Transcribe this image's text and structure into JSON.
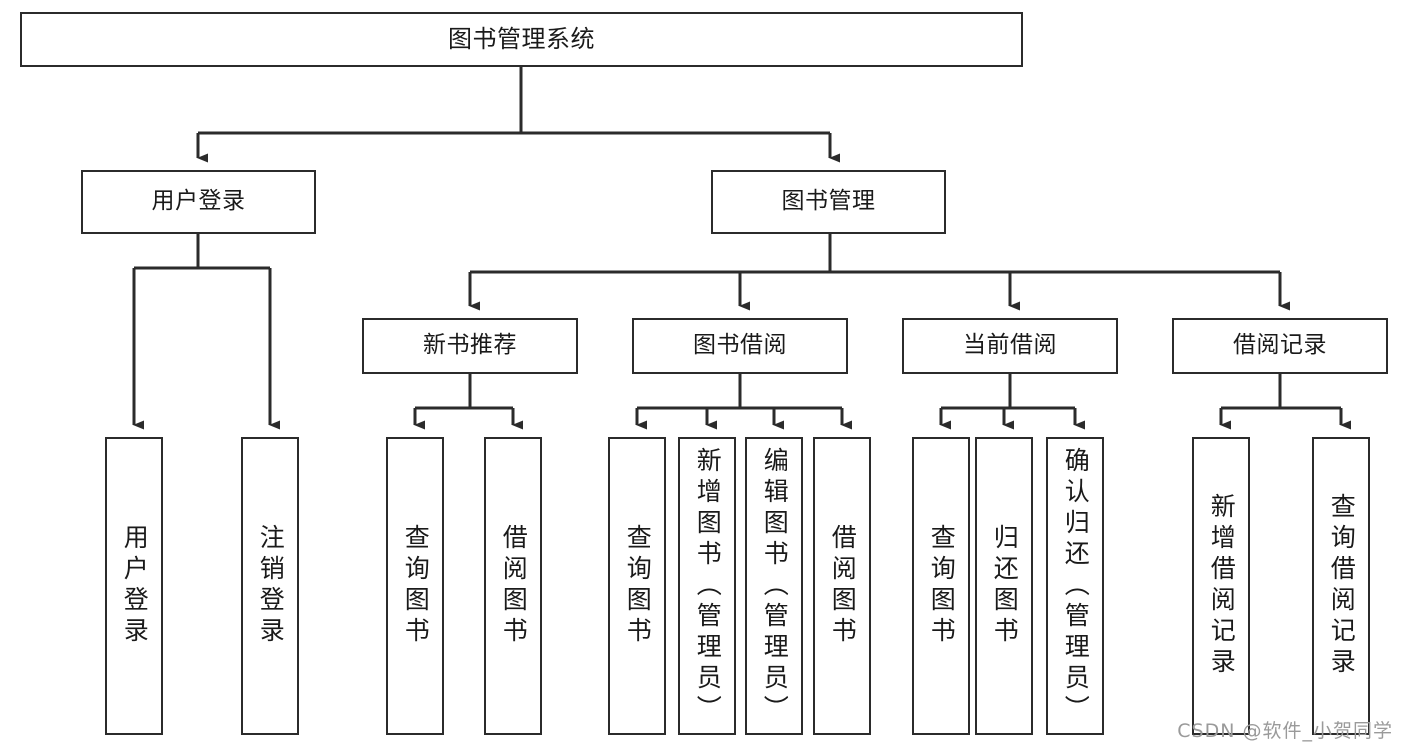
{
  "diagram": {
    "title": "图书管理系统",
    "type": "tree",
    "orientation": "top-down",
    "root": {
      "id": "root",
      "label": "图书管理系统"
    },
    "level2": [
      {
        "id": "user-login",
        "label": "用户登录"
      },
      {
        "id": "book-manage",
        "label": "图书管理"
      }
    ],
    "level3": [
      {
        "id": "new-book-rec",
        "label": "新书推荐",
        "parent": "book-manage"
      },
      {
        "id": "book-borrow",
        "label": "图书借阅",
        "parent": "book-manage"
      },
      {
        "id": "current-borrow",
        "label": "当前借阅",
        "parent": "book-manage"
      },
      {
        "id": "borrow-record",
        "label": "借阅记录",
        "parent": "book-manage"
      }
    ],
    "leaves": [
      {
        "id": "leaf-user-login",
        "label": "用户登录",
        "parent": "user-login"
      },
      {
        "id": "leaf-user-logout",
        "label": "注销登录",
        "parent": "user-login"
      },
      {
        "id": "leaf-rec-query",
        "label": "查询图书",
        "parent": "new-book-rec"
      },
      {
        "id": "leaf-rec-borrow",
        "label": "借阅图书",
        "parent": "new-book-rec"
      },
      {
        "id": "leaf-borrow-query",
        "label": "查询图书",
        "parent": "book-borrow"
      },
      {
        "id": "leaf-borrow-add",
        "label": "新增图书（管理员）",
        "parent": "book-borrow"
      },
      {
        "id": "leaf-borrow-edit",
        "label": "编辑图书（管理员）",
        "parent": "book-borrow"
      },
      {
        "id": "leaf-borrow-lend",
        "label": "借阅图书",
        "parent": "book-borrow"
      },
      {
        "id": "leaf-cur-query",
        "label": "查询图书",
        "parent": "current-borrow"
      },
      {
        "id": "leaf-cur-return",
        "label": "归还图书",
        "parent": "current-borrow"
      },
      {
        "id": "leaf-cur-confirm",
        "label": "确认归还（管理员）",
        "parent": "current-borrow"
      },
      {
        "id": "leaf-rec-add",
        "label": "新增借阅记录",
        "parent": "borrow-record"
      },
      {
        "id": "leaf-rec-search",
        "label": "查询借阅记录",
        "parent": "borrow-record"
      }
    ],
    "watermark": "CSDN @软件_小贺同学",
    "colors": {
      "stroke": "#2b2b2b",
      "fill": "#ffffff",
      "text": "#1a1a1a",
      "watermark": "#9a9a9a"
    }
  }
}
